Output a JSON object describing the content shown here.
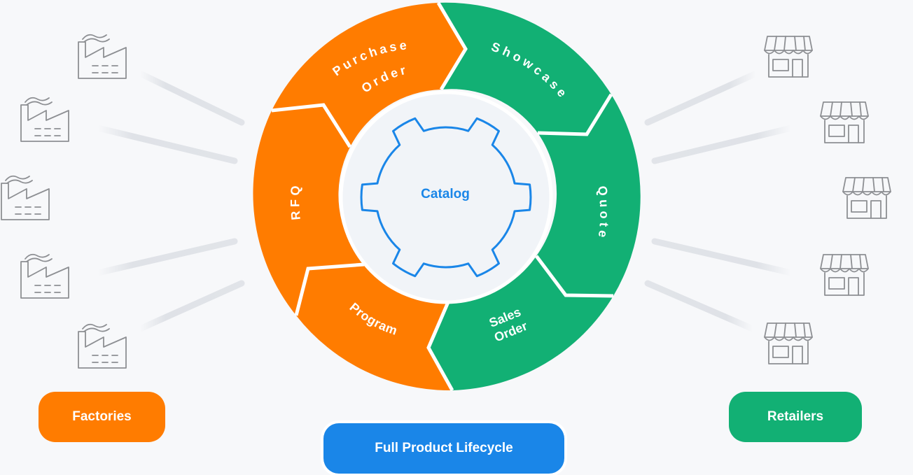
{
  "colors": {
    "orange": "#ff7c00",
    "green": "#12b074",
    "blue": "#1a86e8",
    "inner_bg": "#f1f4f8",
    "icon": "#8d8f93"
  },
  "segments": {
    "purchase_order": {
      "line1": "Purchase",
      "line2": "Order"
    },
    "showcase": {
      "label": "Showcase"
    },
    "quote": {
      "label": "Quote"
    },
    "sales_order": {
      "line1": "Sales",
      "line2": "Order"
    },
    "program": {
      "label": "Program"
    },
    "rfq": {
      "label": "RFQ"
    }
  },
  "center": {
    "label": "Catalog",
    "icon": "gear-icon"
  },
  "left_group": {
    "label": "Factories",
    "icon": "factory-icon",
    "count": 5
  },
  "right_group": {
    "label": "Retailers",
    "icon": "store-icon",
    "count": 5
  },
  "bottom_label": "Full Product Lifecycle"
}
